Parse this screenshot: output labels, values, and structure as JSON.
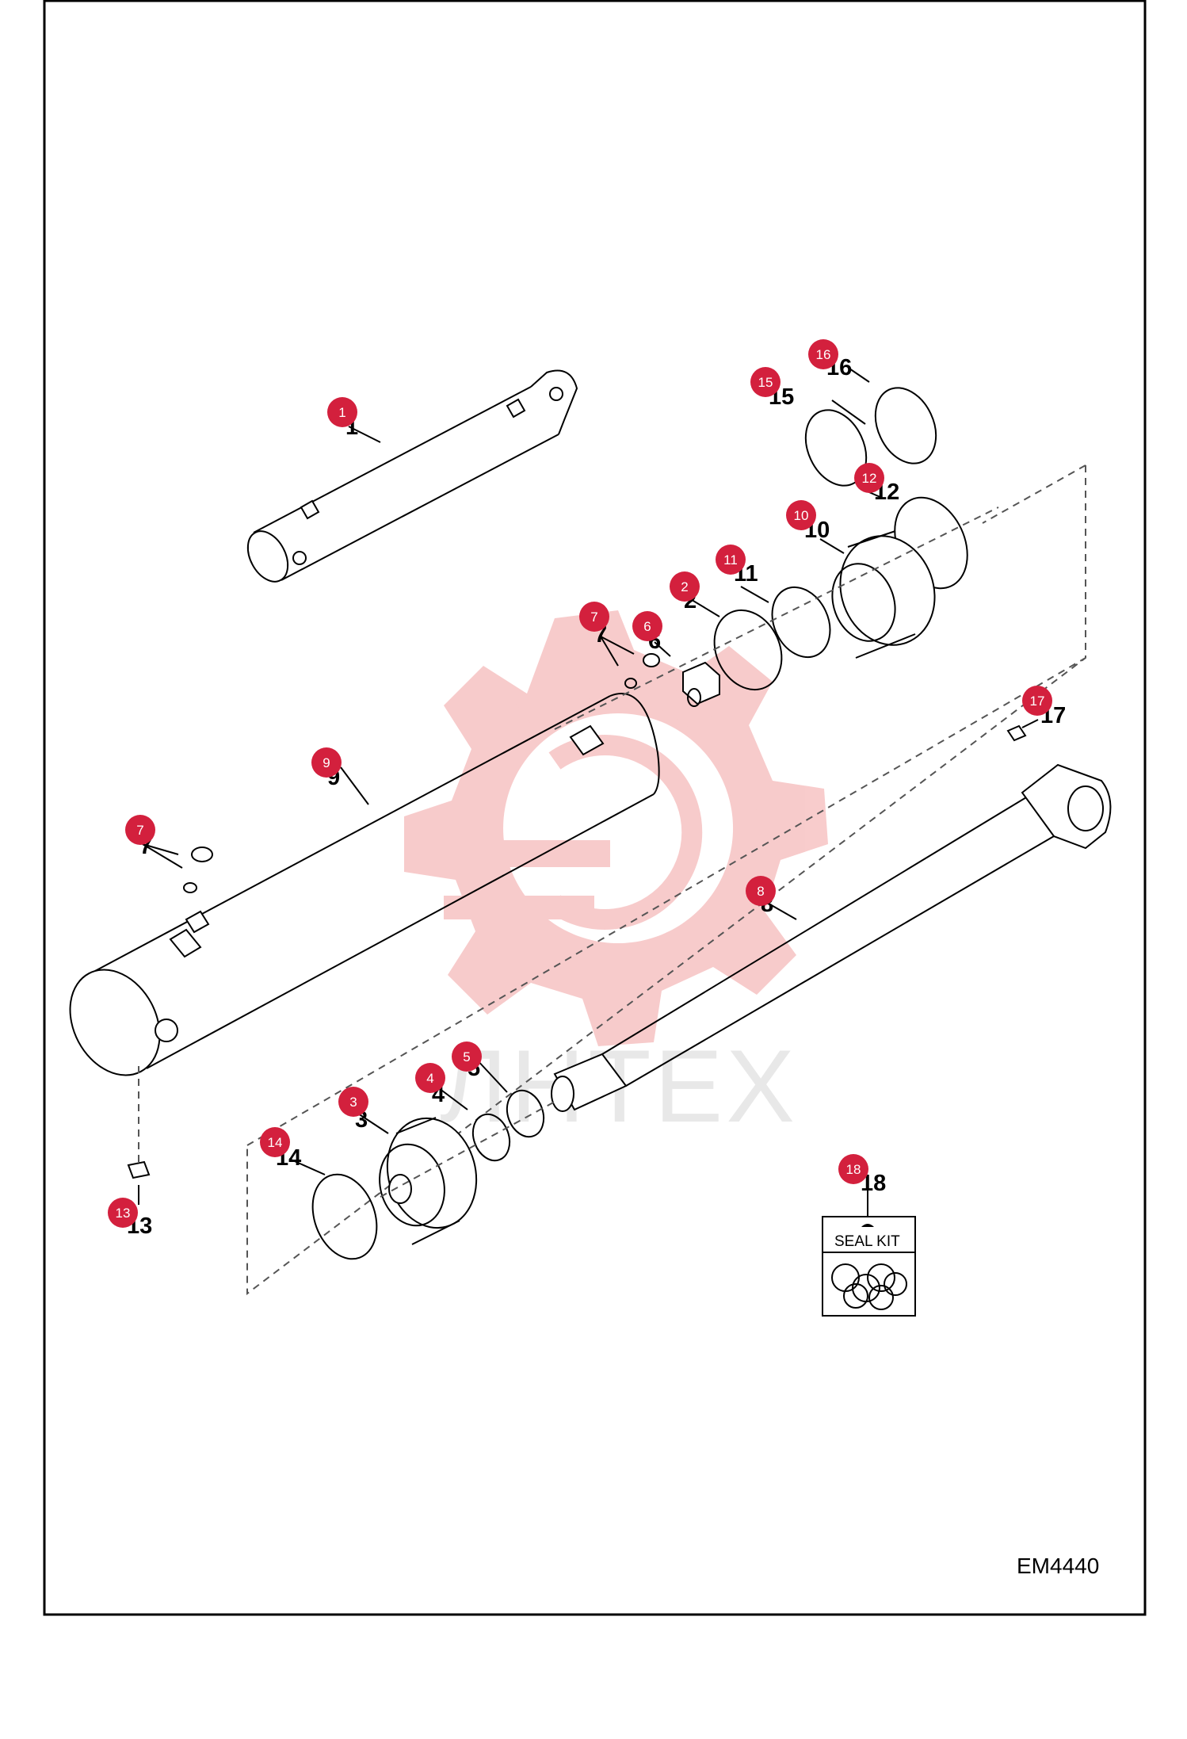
{
  "diagram": {
    "code": "EM4440",
    "watermark": "ЛHTEX",
    "seal_kit_label": "SEAL KIT",
    "colors": {
      "hotspot": "#d3203d",
      "watermark": "#f7c6c6",
      "border": "#000000"
    },
    "hotspots": [
      {
        "id": "1",
        "label": "1"
      },
      {
        "id": "2",
        "label": "2"
      },
      {
        "id": "3",
        "label": "3"
      },
      {
        "id": "4",
        "label": "4"
      },
      {
        "id": "5",
        "label": "5"
      },
      {
        "id": "6",
        "label": "6"
      },
      {
        "id": "7a",
        "label": "7"
      },
      {
        "id": "7b",
        "label": "7"
      },
      {
        "id": "8",
        "label": "8"
      },
      {
        "id": "9",
        "label": "9"
      },
      {
        "id": "10",
        "label": "10"
      },
      {
        "id": "11",
        "label": "11"
      },
      {
        "id": "12",
        "label": "12"
      },
      {
        "id": "13",
        "label": "13"
      },
      {
        "id": "14",
        "label": "14"
      },
      {
        "id": "15",
        "label": "15"
      },
      {
        "id": "16",
        "label": "16"
      },
      {
        "id": "17",
        "label": "17"
      },
      {
        "id": "18",
        "label": "18"
      }
    ],
    "part_numbers": [
      {
        "id": "1",
        "label": "1"
      },
      {
        "id": "2",
        "label": "2"
      },
      {
        "id": "3",
        "label": "3"
      },
      {
        "id": "4",
        "label": "4"
      },
      {
        "id": "5",
        "label": "5"
      },
      {
        "id": "6",
        "label": "6"
      },
      {
        "id": "7a",
        "label": "7"
      },
      {
        "id": "7b",
        "label": "7"
      },
      {
        "id": "8",
        "label": "8"
      },
      {
        "id": "9",
        "label": "9"
      },
      {
        "id": "10",
        "label": "10"
      },
      {
        "id": "11",
        "label": "11"
      },
      {
        "id": "12",
        "label": "12"
      },
      {
        "id": "13",
        "label": "13"
      },
      {
        "id": "14",
        "label": "14"
      },
      {
        "id": "15",
        "label": "15"
      },
      {
        "id": "16",
        "label": "16"
      },
      {
        "id": "17",
        "label": "17"
      },
      {
        "id": "18",
        "label": "18"
      }
    ]
  }
}
